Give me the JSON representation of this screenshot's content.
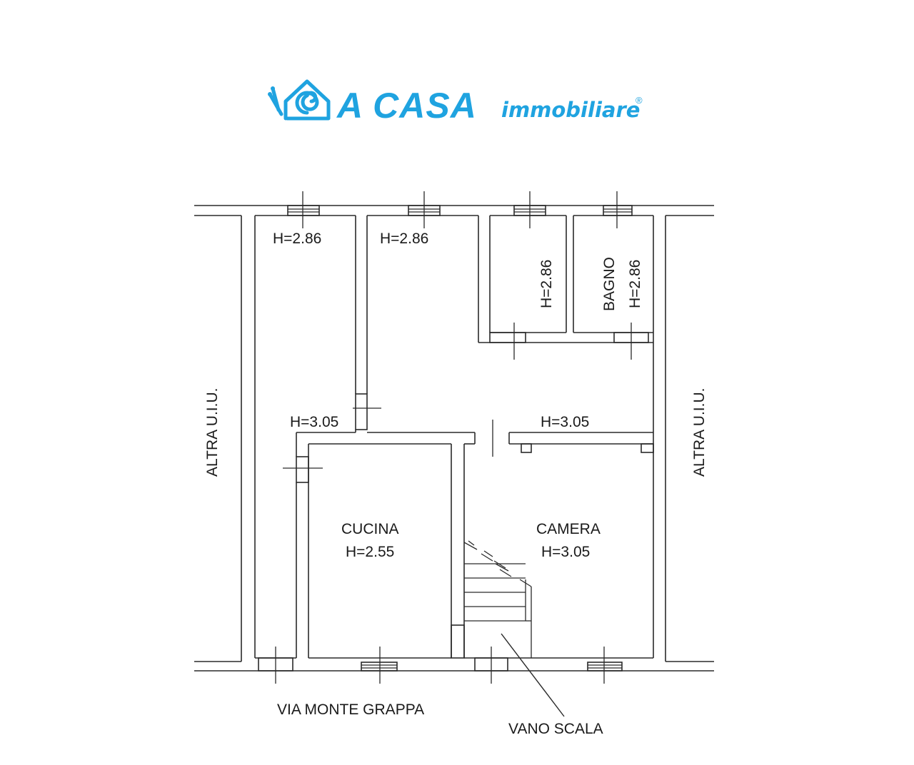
{
  "logo": {
    "brand": "A CASA",
    "sub": "immobiliare",
    "reg": "®",
    "color": "#1fa3e0",
    "icon": "snail-house-icon"
  },
  "plan": {
    "heights": {
      "top_left": "H=2.86",
      "top_middle": "H=2.86",
      "small_room": "H=2.86",
      "bagno": "H=2.86",
      "corridor_left": "H=3.05",
      "corridor_right": "H=3.05",
      "cucina": "H=2.55",
      "camera": "H=3.05"
    },
    "rooms": {
      "bagno": "BAGNO",
      "cucina": "CUCINA",
      "camera": "CAMERA"
    },
    "labels": {
      "altra_left": "ALTRA U.I.U.",
      "altra_right": "ALTRA U.I.U.",
      "street": "VIA MONTE GRAPPA",
      "stair": "VANO SCALA"
    }
  }
}
